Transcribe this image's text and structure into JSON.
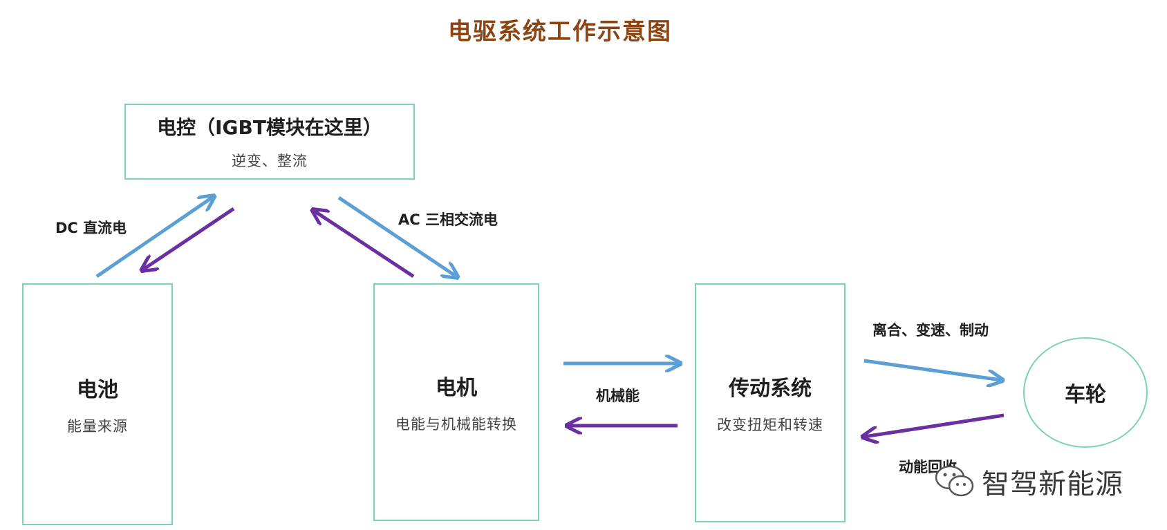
{
  "title": "电驱系统工作示意图",
  "nodes": {
    "controller": {
      "name": "电控（IGBT模块在这里）",
      "desc": "逆变、整流"
    },
    "battery": {
      "name": "电池",
      "desc": "能量来源"
    },
    "motor": {
      "name": "电机",
      "desc": "电能与机械能转换"
    },
    "transmission": {
      "name": "传动系统",
      "desc": "改变扭矩和转速"
    },
    "wheel": {
      "name": "车轮"
    }
  },
  "edge_labels": {
    "dc": "DC 直流电",
    "ac": "AC 三相交流电",
    "mechanical": "机械能",
    "clutch": "离合、变速、制动",
    "recovery": "动能回收"
  },
  "watermark": {
    "text": "智驾新能源"
  },
  "colors": {
    "forward": "#5b9fd4",
    "reverse": "#6a2fa0",
    "border": "#7fd1b4",
    "title": "#8b4513"
  }
}
